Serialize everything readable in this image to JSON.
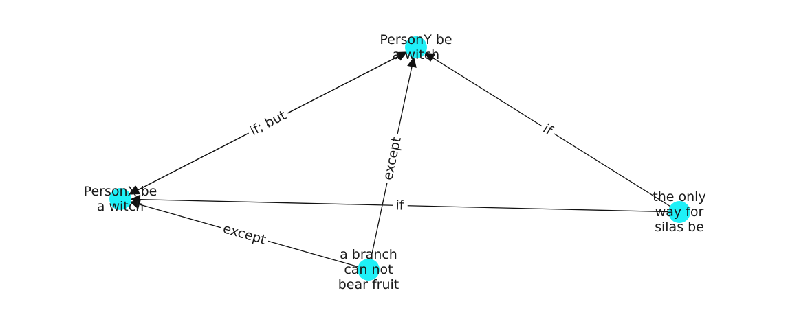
{
  "graph": {
    "node_color": "#1ff0f7",
    "edge_color": "#111111",
    "nodes": [
      {
        "id": "witch_y",
        "lines": [
          "PersonY be",
          "a witch"
        ]
      },
      {
        "id": "witch_x",
        "lines": [
          "PersonX be",
          "a witch"
        ]
      },
      {
        "id": "branch",
        "lines": [
          "a branch",
          "can not",
          "bear fruit"
        ]
      },
      {
        "id": "silas",
        "lines": [
          "the only",
          "way for",
          "silas be"
        ]
      }
    ],
    "edges": [
      {
        "from": "witch_x",
        "to": "witch_y",
        "label": "if;  but"
      },
      {
        "from": "witch_y",
        "to": "witch_x",
        "label": ""
      },
      {
        "from": "branch",
        "to": "witch_y",
        "label": "except"
      },
      {
        "from": "silas",
        "to": "witch_y",
        "label": "if"
      },
      {
        "from": "silas",
        "to": "witch_x",
        "label": "if"
      },
      {
        "from": "branch",
        "to": "witch_x",
        "label": "except"
      }
    ]
  }
}
